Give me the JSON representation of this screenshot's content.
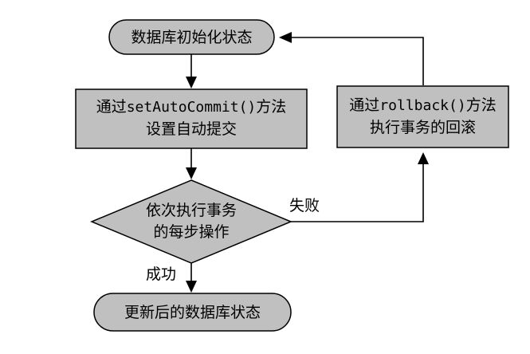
{
  "nodes": {
    "start": {
      "text": "数据库初始化状态"
    },
    "set_autocommit": {
      "line1_prefix": "通过",
      "line1_code": "setAutoCommit()",
      "line1_suffix": "方法",
      "line2": "设置自动提交"
    },
    "execute": {
      "line1": "依次执行事务",
      "line2": "的每步操作"
    },
    "rollback": {
      "line1_prefix": "通过",
      "line1_code": "rollback()",
      "line1_suffix": "方法",
      "line2": "执行事务的回滚"
    },
    "end": {
      "text": "更新后的数据库状态"
    }
  },
  "edges": {
    "fail_label": "失败",
    "success_label": "成功"
  }
}
